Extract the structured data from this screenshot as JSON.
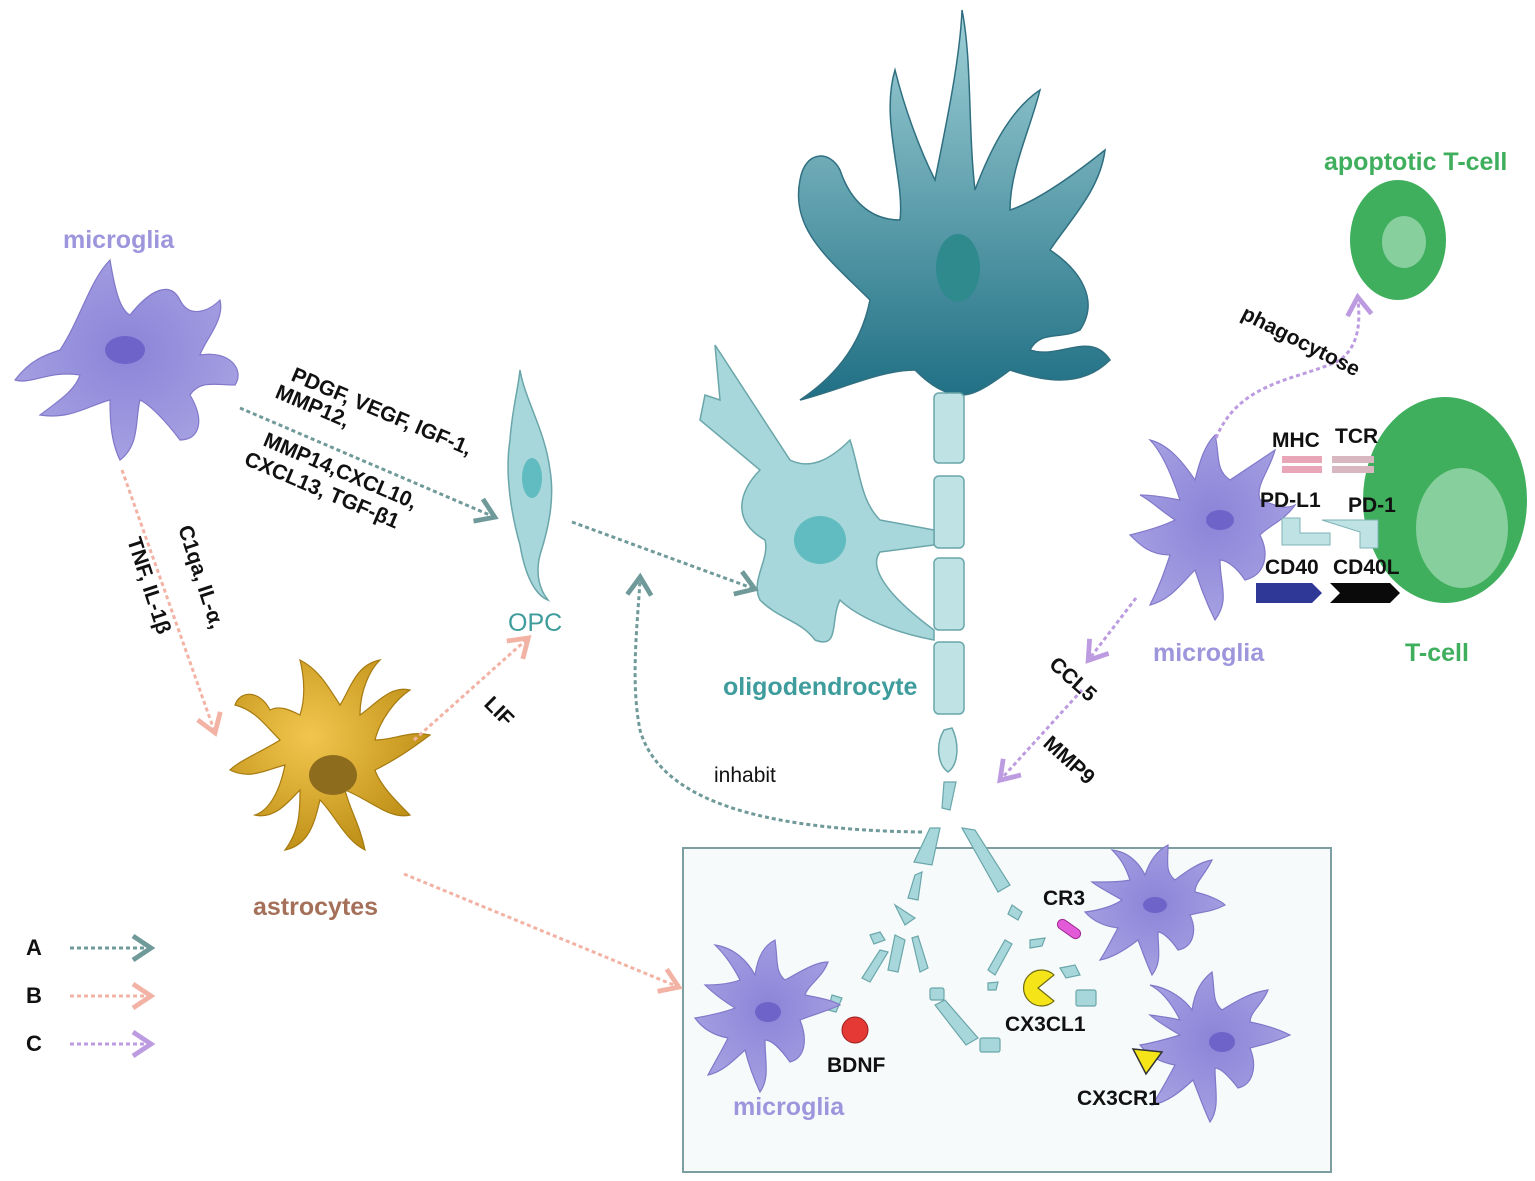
{
  "labels": {
    "microglia_left": "microglia",
    "microglia_right": "microglia",
    "microglia_bottom": "microglia",
    "astrocytes": "astrocytes",
    "opc": "OPC",
    "oligodendrocyte": "oligodendrocyte",
    "t_cell": "T-cell",
    "apoptotic_t_cell": "apoptotic T-cell"
  },
  "arrow_labels": {
    "growth_factors_line1": "PDGF, VEGF, IGF-1,",
    "growth_factors_line2": "MMP12,",
    "growth_factors_line3": "MMP14,CXCL10,",
    "growth_factors_line4": "CXCL13, TGF-β1",
    "c1qa": "C1qa, IL-α,",
    "tnf": "TNF, IL-1β",
    "lif": "LIF",
    "inhabit": "inhabit",
    "phagocytose": "phagocytose",
    "ccl5": "CCL5",
    "mmp9": "MMP9"
  },
  "molecules": {
    "mhc": "MHC",
    "tcr": "TCR",
    "pd_l1": "PD-L1",
    "pd_1": "PD-1",
    "cd40": "CD40",
    "cd40l": "CD40L",
    "cr3": "CR3",
    "cx3cl1": "CX3CL1",
    "cx3cr1": "CX3CR1",
    "bdnf": "BDNF"
  },
  "legend": [
    {
      "key": "A",
      "color": "#6f9a99"
    },
    {
      "key": "B",
      "color": "#f2b2a4"
    },
    {
      "key": "C",
      "color": "#bd9be0"
    }
  ],
  "colors": {
    "microglia": "#9d96dd",
    "microglia_nucleus": "#6e63c8",
    "astrocyte": "#d9a92e",
    "neuron": "#2f7e8e",
    "oligodendrocyte": "#a7d7da",
    "t_cell": "#3fae5d",
    "teal_label": "#3f9c9c",
    "arrow_a": "#6f9a99",
    "arrow_b": "#f2b2a4",
    "arrow_c": "#bd9be0"
  }
}
